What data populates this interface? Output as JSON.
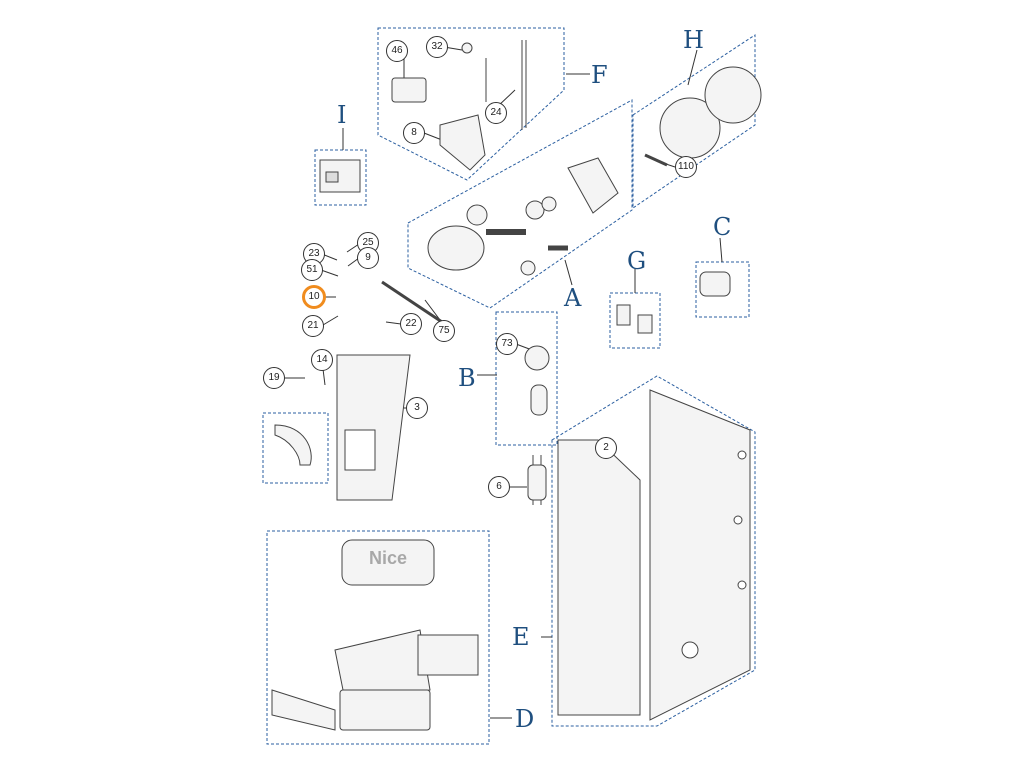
{
  "groups": [
    {
      "id": "A",
      "label": "A"
    },
    {
      "id": "B",
      "label": "B"
    },
    {
      "id": "C",
      "label": "C"
    },
    {
      "id": "D",
      "label": "D"
    },
    {
      "id": "E",
      "label": "E"
    },
    {
      "id": "F",
      "label": "F"
    },
    {
      "id": "G",
      "label": "G"
    },
    {
      "id": "H",
      "label": "H"
    },
    {
      "id": "I",
      "label": "I"
    }
  ],
  "part_numbers": [
    "46",
    "32",
    "24",
    "8",
    "110",
    "23",
    "25",
    "9",
    "51",
    "10",
    "21",
    "22",
    "75",
    "73",
    "14",
    "19",
    "3",
    "2",
    "6"
  ],
  "highlighted_part": "10",
  "logo_text": "Nice",
  "colors": {
    "frame": "#2b5fa0",
    "label": "#1f4f7f",
    "highlight": "#f08c1e",
    "line": "#333333"
  }
}
